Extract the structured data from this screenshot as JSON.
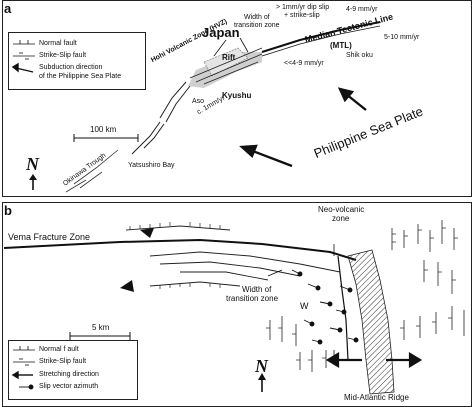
{
  "panel_a": {
    "tag": "a",
    "title": "Japan",
    "legend": {
      "normal_fault": "Normal fault",
      "strike_slip": "Strike-Slip fault",
      "subduction_line1": "Subduction direction",
      "subduction_line2": "of the Philippine Sea Plate"
    },
    "scale_label": "100 km",
    "labels": {
      "hohi_volcanic_zone": "Hohi Volcanic Zone (HVZ)",
      "rift": "Rift",
      "width_transition_1": "Width of",
      "width_transition_2": "transition zone",
      "dip_slip_1": "> 1mm/yr dip slip",
      "dip_slip_2": "+ strike-slip",
      "rate_4_9_top": "4-9 mm/yr",
      "median_tectonic_line": "Median Tectonic Line",
      "mtl": "(MTL)",
      "rate_5_10": "5-10 mm/yr",
      "shikoku": "Shik oku",
      "rate_4_9_bottom": "<<4-9 mm/yr",
      "kyushu": "Kyushu",
      "aso": "Aso",
      "rate_1": "c. 1mm/yr",
      "okinawa_trough": "Okinawa Trough",
      "yatsushiro_bay": "Yatsushiro Bay",
      "philippine_sea_plate": "Philippine Sea Plate"
    },
    "north": "N"
  },
  "panel_b": {
    "tag": "b",
    "labels": {
      "vema": "Vema Fracture Zone",
      "neo_volcanic_1": "Neo-volcanic",
      "neo_volcanic_2": "zone",
      "width_transition_1": "Width of",
      "width_transition_2": "transition zone",
      "w": "W",
      "mid_atlantic_ridge": "Mid-Atlantic Ridge"
    },
    "scale_label": "5 km",
    "legend": {
      "normal_fault": "Normal f ault",
      "strike_slip": "Strike-Slip fault",
      "stretching": "Stretching direction",
      "slip_vector": "Slip vector azimuth"
    },
    "north": "N"
  }
}
